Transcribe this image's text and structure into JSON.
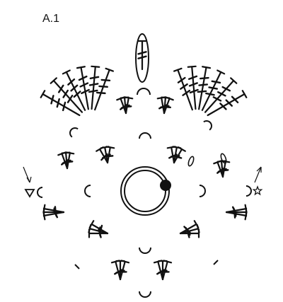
{
  "title": "A.1",
  "colors": {
    "ink": "#111111",
    "background": "#ffffff"
  },
  "legend": [
    {
      "icon": "start-triangle-icon",
      "meaning": ""
    },
    {
      "icon": "end-star-icon",
      "meaning": ""
    }
  ],
  "symbols": [
    "treble",
    "double-treble",
    "triple-treble",
    "chain-arc",
    "picot",
    "magic-ring",
    "start-dot"
  ]
}
